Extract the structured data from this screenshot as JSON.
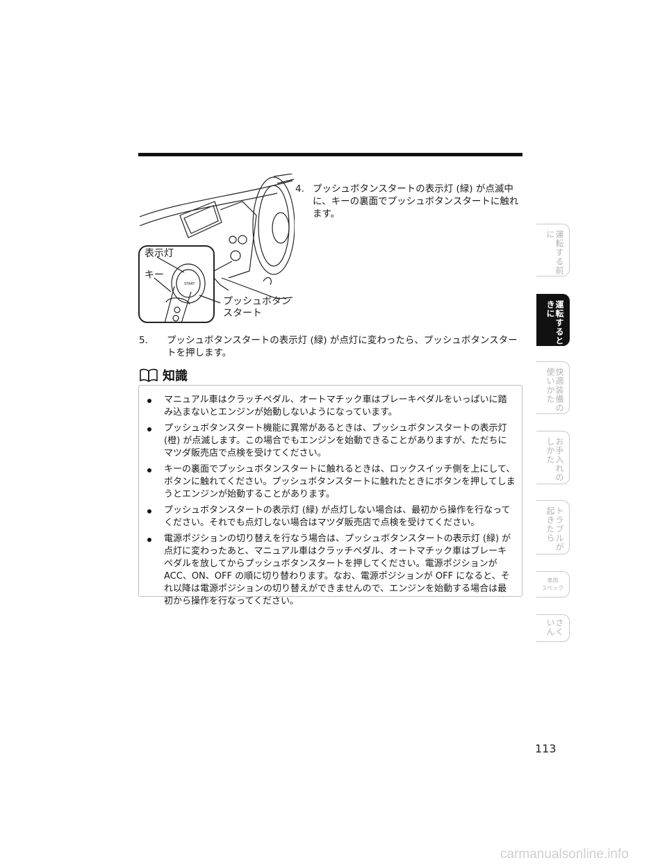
{
  "illustration": {
    "label_indicator": "表示灯",
    "label_key": "キー",
    "label_push_button_line1": "プッシュボタン",
    "label_push_button_line2": "スタート"
  },
  "steps": [
    {
      "num": "4.",
      "text": "プッシュボタンスタートの表示灯 (緑) が点滅中に、キーの裏面でプッシュボタンスタートに触れます。"
    },
    {
      "num": "5.",
      "text": "プッシュボタンスタートの表示灯 (緑) が点灯に変わったら、プッシュボタンスタートを押します。"
    }
  ],
  "knowledge": {
    "title": "知識",
    "icon": "open-book-icon",
    "items": [
      "マニュアル車はクラッチペダル、オートマチック車はブレーキペダルをいっぱいに踏み込まないとエンジンが始動しないようになっています。",
      "プッシュボタンスタート機能に異常があるときは、プッシュボタンスタートの表示灯 (橙) が点滅します。この場合でもエンジンを始動できることがありますが、ただちにマツダ販売店で点検を受けてください。",
      "キーの裏面でプッシュボタンスタートに触れるときは、ロックスイッチ側を上にして、ボタンに触れてください。プッシュボタンスタートに触れたときにボタンを押してしまうとエンジンが始動することがあります。",
      "プッシュボタンスタートの表示灯 (緑) が点灯しない場合は、最初から操作を行なってください。それでも点灯しない場合はマツダ販売店で点検を受けてください。",
      "電源ポジションの切り替えを行なう場合は、プッシュボタンスタートの表示灯 (緑) が点灯に変わったあと、マニュアル車はクラッチペダル、オートマチック車はブレーキペダルを放してからプッシュボタンスタートを押してください。電源ポジションが ACC、ON、OFF の順に切り替わります。なお、電源ポジションが OFF になると、それ以降は電源ポジションの切り替えができませんので、エンジンを始動する場合は最初から操作を行なってください。"
    ]
  },
  "side_tabs": [
    {
      "label": "運転する前に",
      "active": false
    },
    {
      "label": "運転するときに",
      "active": true
    },
    {
      "label": "快適装備の使いかた",
      "active": false
    },
    {
      "label": "お手入れのしかた",
      "active": false
    },
    {
      "label": "トラブルが起きたら",
      "active": false
    },
    {
      "label_line1": "車両",
      "label_line2": "スペック",
      "active": false
    },
    {
      "label": "さくいん",
      "active": false
    }
  ],
  "page_number": "113",
  "watermark": "carmanualsonline.info"
}
